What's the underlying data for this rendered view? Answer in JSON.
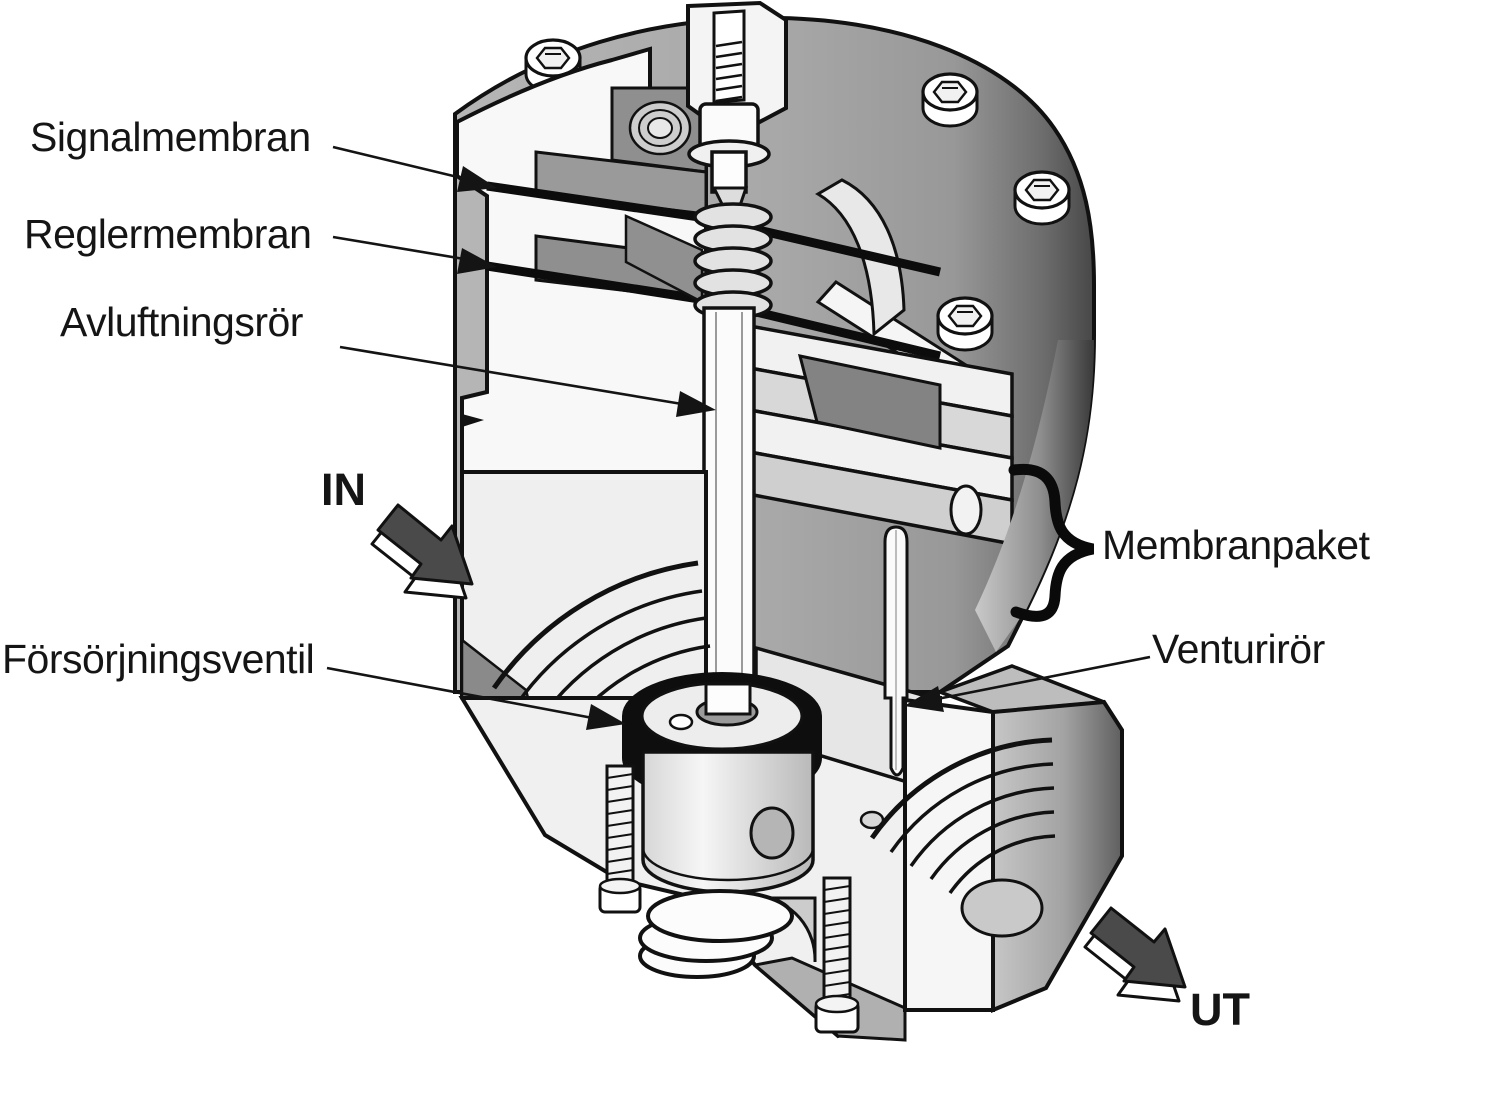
{
  "labels": {
    "signalmembran": "Signalmembran",
    "reglermembran": "Reglermembran",
    "avluftningsror": "Avluftningsrör",
    "forsorjningsventil": "Försörjningsventil",
    "membranpaket": "Membranpaket",
    "venturiror": "Venturirör"
  },
  "flow": {
    "in_label": "IN",
    "out_label": "UT"
  },
  "colors": {
    "outline": "#111111",
    "cap_gray": "#a8a8a8",
    "side_shadow": "#464646",
    "cut_face_white": "#f7f7f7",
    "chamber_gray": "#8f8f8f",
    "seal_black": "#0e0e0e",
    "background": "#ffffff"
  },
  "icons": {
    "leader_arrowhead": "solid-triangle",
    "flow_arrow": "3d-block-arrow",
    "membrane_brace": "curly-brace"
  }
}
